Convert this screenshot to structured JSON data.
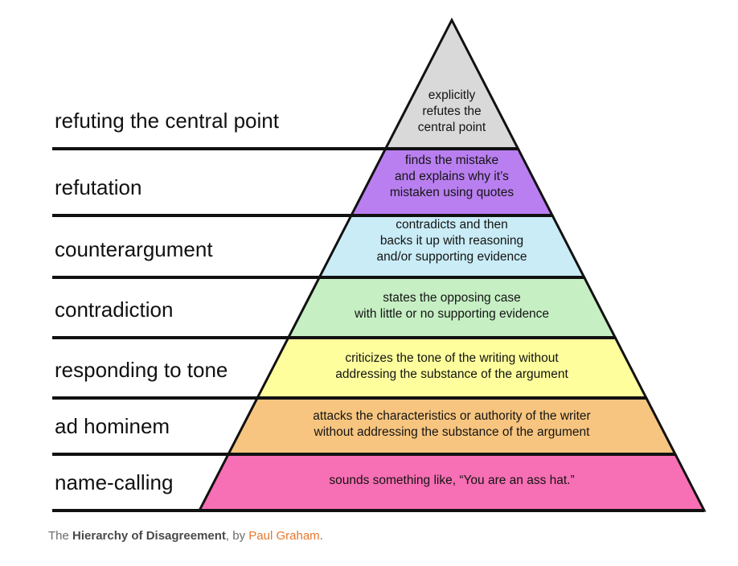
{
  "diagram": {
    "name": "Hierarchy of Disagreement",
    "levels": [
      {
        "label": "refuting the central point",
        "description": "explicitly\nrefutes the\ncentral point",
        "color": "#d9d9d9"
      },
      {
        "label": "refutation",
        "description": "finds the mistake\nand explains why it’s\nmistaken using quotes",
        "color": "#b97ff0"
      },
      {
        "label": "counterargument",
        "description": "contradicts and then\nbacks it up with reasoning\nand/or supporting evidence",
        "color": "#c9ecf6"
      },
      {
        "label": "contradiction",
        "description": "states the opposing case\nwith little or no supporting evidence",
        "color": "#c6efc4"
      },
      {
        "label": "responding to tone",
        "description": "criticizes the tone of the writing without\naddressing the substance of the argument",
        "color": "#feff9c"
      },
      {
        "label": "ad hominem",
        "description": "attacks the characteristics or authority of the writer\nwithout addressing the substance of the argument",
        "color": "#f7c57f"
      },
      {
        "label": "name-calling",
        "description": "sounds something like, “You are an ass hat.”",
        "color": "#f76fb4"
      }
    ],
    "caption": {
      "prefix": "The ",
      "title": "Hierarchy of Disagreement",
      "mid": ", by ",
      "author": "Paul Graham",
      "suffix": ".",
      "author_color": "#e8772e"
    }
  }
}
